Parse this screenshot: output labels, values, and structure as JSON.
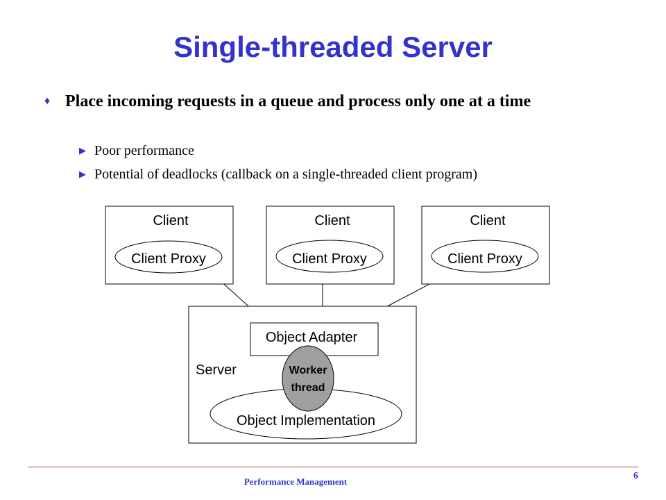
{
  "title": "Single-threaded Server",
  "bullets": {
    "main": "Place incoming requests in a queue and process only one at a time",
    "sub": [
      "Poor performance",
      "Potential of deadlocks (callback on a single-threaded client program)"
    ]
  },
  "diagram": {
    "clients": [
      {
        "label": "Client",
        "proxy": "Client Proxy"
      },
      {
        "label": "Client",
        "proxy": "Client Proxy"
      },
      {
        "label": "Client",
        "proxy": "Client Proxy"
      }
    ],
    "server_label": "Server",
    "object_adapter": "Object Adapter",
    "worker_line1": "Worker",
    "worker_line2": "thread",
    "object_implementation": "Object Implementation"
  },
  "footer": {
    "text": "Performance Management",
    "page_number": "6"
  },
  "colors": {
    "title": "#3333cc",
    "bullet": "#3333cc",
    "rule": "#cc3333",
    "worker_fill": "#a0a0a0"
  }
}
